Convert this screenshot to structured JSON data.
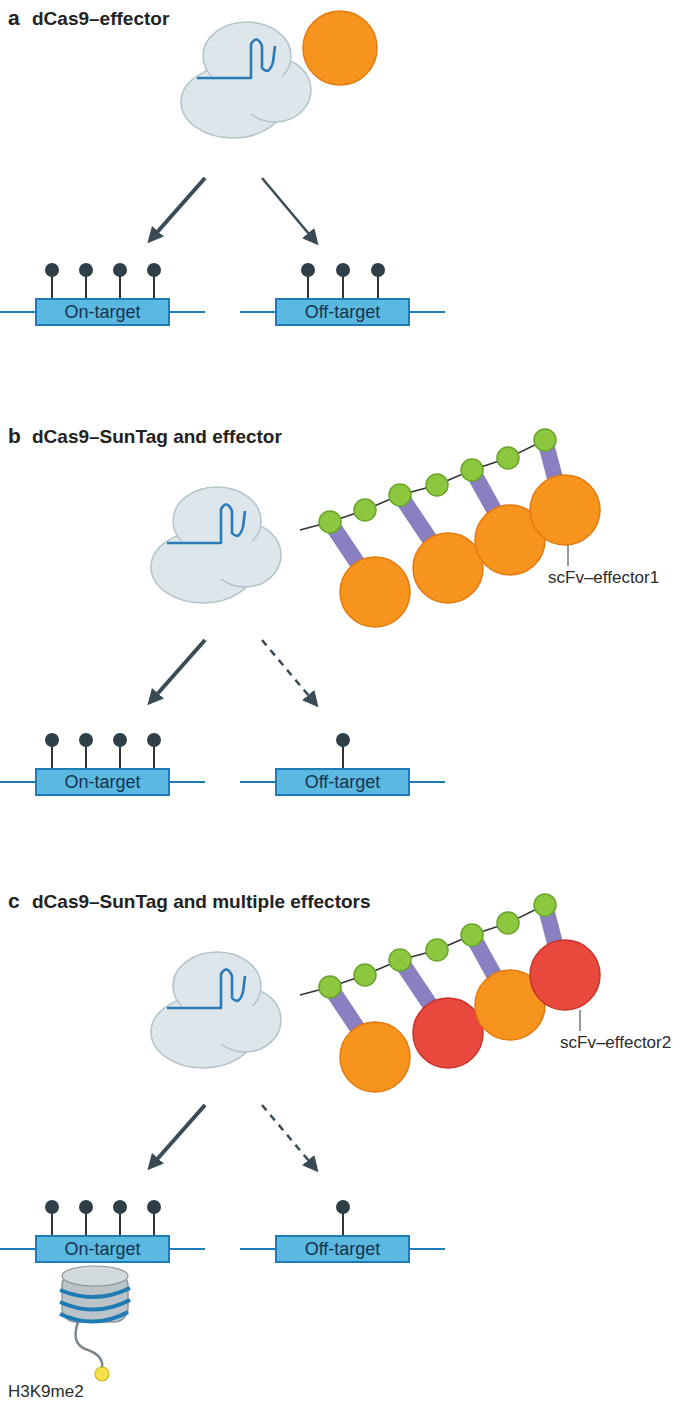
{
  "diagram": {
    "nodes": [
      {
        "text": [
          "On-target"
        ]
      },
      {
        "text": [
          "Off-target"
        ]
      },
      {
        "text": [
          "On-target"
        ]
      },
      {
        "text": [
          "Off-target"
        ]
      },
      {
        "text": [
          "On-target"
        ]
      },
      {
        "text": [
          "Off-target"
        ]
      }
    ],
    "labels": [
      "a",
      "dCas9–effector",
      "b",
      "dCas9–SunTag and effector",
      "scFv–effector1",
      "c",
      "dCas9–SunTag and multiple effectors",
      "scFv–effector2",
      "H3K9me2"
    ]
  }
}
